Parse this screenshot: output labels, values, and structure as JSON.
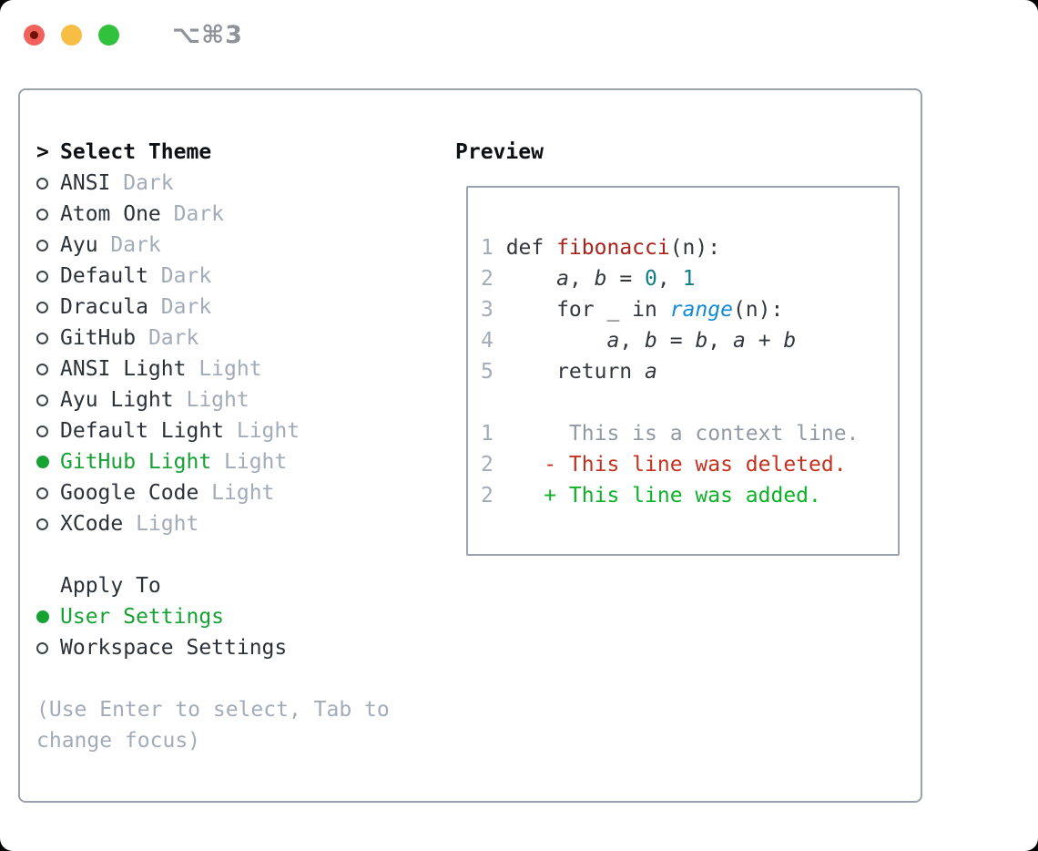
{
  "window": {
    "title": "⌥⌘3"
  },
  "colors": {
    "light-red": "#f2625c",
    "light-red-dot": "#701208",
    "light-yellow": "#f7bd45",
    "light-green": "#32c13c",
    "title-gray": "#8f9399",
    "border-gray": "#99a2ad",
    "heading": "#0d1014",
    "text-dark": "#2b3138",
    "muted": "#a2abb8",
    "bullet-outline": "#3c434b",
    "green": "#15a233",
    "code-dark": "#32383e",
    "func-red": "#a8231c",
    "num-teal": "#0e7e86",
    "builtin-blue": "#128ad4",
    "context-gray": "#9199a3",
    "del-red": "#c5311c",
    "add-green": "#0db228"
  },
  "theme_panel": {
    "header": {
      "prefix": ">",
      "label": "Select Theme"
    },
    "themes": [
      {
        "name": "ANSI",
        "variant": "Dark",
        "selected": false
      },
      {
        "name": "Atom One",
        "variant": "Dark",
        "selected": false
      },
      {
        "name": "Ayu",
        "variant": "Dark",
        "selected": false
      },
      {
        "name": "Default",
        "variant": "Dark",
        "selected": false
      },
      {
        "name": "Dracula",
        "variant": "Dark",
        "selected": false
      },
      {
        "name": "GitHub",
        "variant": "Dark",
        "selected": false
      },
      {
        "name": "ANSI Light",
        "variant": "Light",
        "selected": false
      },
      {
        "name": "Ayu Light",
        "variant": "Light",
        "selected": false
      },
      {
        "name": "Default Light",
        "variant": "Light",
        "selected": false
      },
      {
        "name": "GitHub Light",
        "variant": "Light",
        "selected": true
      },
      {
        "name": "Google Code",
        "variant": "Light",
        "selected": false
      },
      {
        "name": "XCode",
        "variant": "Light",
        "selected": false
      }
    ],
    "apply_to": {
      "label": "Apply To",
      "options": [
        {
          "name": "User Settings",
          "selected": true
        },
        {
          "name": "Workspace Settings",
          "selected": false
        }
      ]
    },
    "hint_lines": [
      "(Use Enter to select, Tab to",
      "change focus)"
    ]
  },
  "preview": {
    "label": "Preview",
    "lines": [
      {
        "num": "1",
        "segments": [
          [
            "def ",
            "code"
          ],
          [
            "fibonacci",
            "func"
          ],
          [
            "(n):",
            "code"
          ]
        ]
      },
      {
        "num": "2",
        "segments": [
          [
            "    ",
            "code"
          ],
          [
            "a",
            "var"
          ],
          [
            ", ",
            "code"
          ],
          [
            "b",
            "var"
          ],
          [
            " = ",
            "code"
          ],
          [
            "0",
            "num"
          ],
          [
            ", ",
            "code"
          ],
          [
            "1",
            "num"
          ]
        ]
      },
      {
        "num": "3",
        "segments": [
          [
            "    for _ in ",
            "code"
          ],
          [
            "range",
            "builtin"
          ],
          [
            "(n):",
            "code"
          ]
        ]
      },
      {
        "num": "4",
        "segments": [
          [
            "        ",
            "code"
          ],
          [
            "a",
            "var"
          ],
          [
            ", ",
            "code"
          ],
          [
            "b",
            "var"
          ],
          [
            " = ",
            "code"
          ],
          [
            "b",
            "var"
          ],
          [
            ", ",
            "code"
          ],
          [
            "a",
            "var"
          ],
          [
            " + ",
            "code"
          ],
          [
            "b",
            "var"
          ]
        ]
      },
      {
        "num": "5",
        "segments": [
          [
            "    return ",
            "code"
          ],
          [
            "a",
            "var"
          ]
        ]
      },
      {
        "num": "",
        "segments": []
      },
      {
        "num": "1",
        "segments": [
          [
            "     This is a context line.",
            "context"
          ]
        ]
      },
      {
        "num": "2",
        "segments": [
          [
            "   - This line was deleted.",
            "deleted"
          ]
        ]
      },
      {
        "num": "2",
        "segments": [
          [
            "   + This line was added.",
            "added"
          ]
        ]
      }
    ]
  }
}
